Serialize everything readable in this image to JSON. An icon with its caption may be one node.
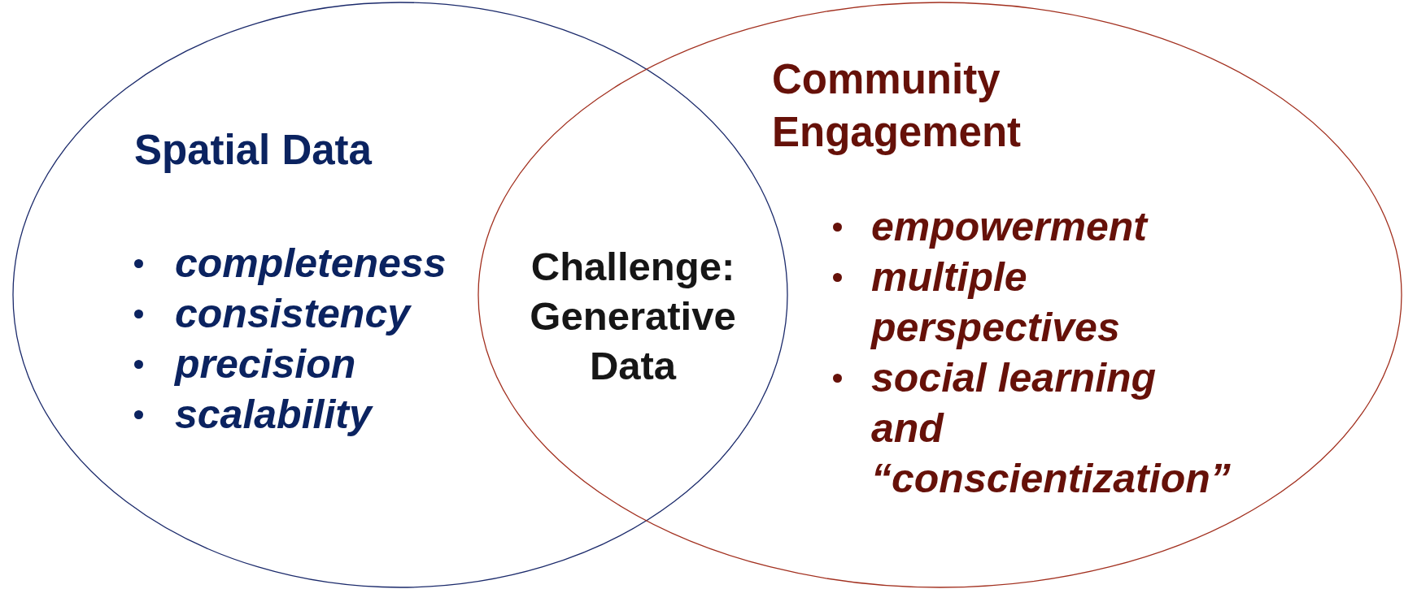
{
  "diagram": {
    "nodes": [
      {
        "text": [
          "Spatial Data",
          "completeness",
          "consistency",
          "precision",
          "scalability"
        ]
      },
      {
        "text": [
          "Community Engagement",
          "empowerment",
          "multiple perspectives",
          "social learning and “conscientization”"
        ]
      }
    ],
    "labels": [
      "Challenge: Generative Data"
    ]
  }
}
